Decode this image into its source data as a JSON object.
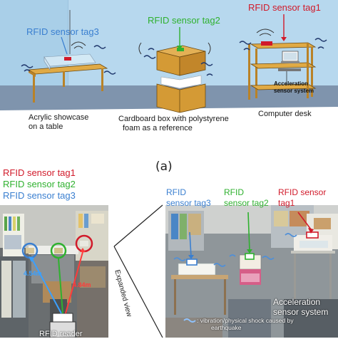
{
  "panel_a": {
    "tag1": "RFID sensor tag1",
    "tag2": "RFID sensor tag2",
    "tag3": "RFID sensor tag3",
    "showcase_caption_line1": "Acrylic showcase",
    "showcase_caption_line2": "on a table",
    "box_caption_line1": "Cardboard box with polystyrene",
    "box_caption_line2": "foam as a reference",
    "desk_caption": "Computer desk",
    "accel_line1": "Acceleration",
    "accel_line2": "sensor system",
    "panel_label": "(a)",
    "colors": {
      "tag1": "#d11a2a",
      "tag2": "#2fb12f",
      "tag3": "#3a7fd0",
      "floor": "#7f94ad",
      "wall": "#b7d8ee",
      "wood": "#d9a640"
    }
  },
  "panel_b": {
    "legend": {
      "tag1": "RFID sensor tag1",
      "tag2": "RFID sensor tag2",
      "tag3": "RFID sensor tag3"
    },
    "dist_blue": "4.54m",
    "dist_red": "4.84m",
    "reader_label": "RFID reader",
    "expanded_view": "Expanded view",
    "tag3_line1": "RFID",
    "tag3_line2": "sensor tag3",
    "tag2_line1": "RFID",
    "tag2_line2": "sensor tag2",
    "tag1_line1": "RFID sensor",
    "tag1_line2": "tag1",
    "accel_line1": "Acceleration",
    "accel_line2": "sensor system",
    "vibration_note_line1": ": vibration/physical shock caused by",
    "vibration_note_line2": "earthquake"
  }
}
